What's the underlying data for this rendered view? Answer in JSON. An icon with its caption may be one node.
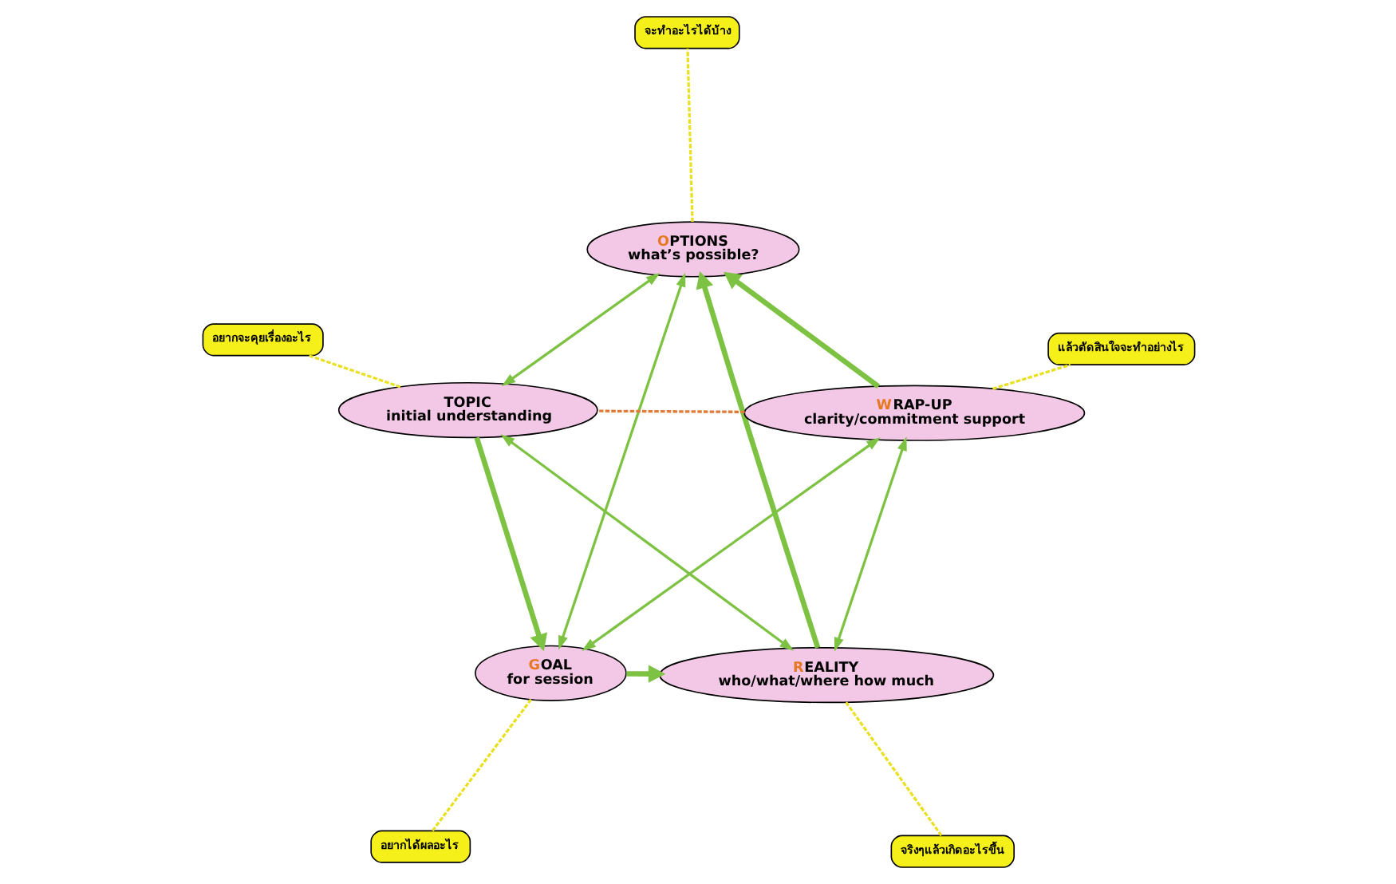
{
  "diagram": {
    "nodes": [
      {
        "text": [
          "TOPIC",
          "initial understanding"
        ]
      },
      {
        "text": [
          "GOAL",
          "for session"
        ]
      },
      {
        "text": [
          "REALITY",
          "who/what/where how much"
        ]
      },
      {
        "text": [
          "OPTIONS",
          "what’s possible?"
        ]
      },
      {
        "text": [
          "WRAP-UP",
          "clarity/commitment support"
        ]
      },
      {
        "text": [
          "อยากจะคุยเรื่องอะไร"
        ]
      },
      {
        "text": [
          "อยากได้ผลอะไร"
        ]
      },
      {
        "text": [
          "จริงๆแล้วเกิดอะไรขึ้น"
        ]
      },
      {
        "text": [
          "จะทำอะไรได้บ้าง"
        ]
      },
      {
        "text": [
          "แล้วตัดสินใจจะทำอย่างไร"
        ]
      }
    ],
    "edges": [
      {
        "from": 0,
        "to": 1,
        "arrow": "to",
        "style": "thick"
      },
      {
        "from": 1,
        "to": 2,
        "arrow": "to",
        "style": "thick"
      },
      {
        "from": 2,
        "to": 3,
        "arrow": "to",
        "style": "thick"
      },
      {
        "from": 4,
        "to": 3,
        "arrow": "to",
        "style": "thick"
      },
      {
        "from": 4,
        "to": 0,
        "arrow": "none",
        "style": "dashed",
        "color": "#e07b39"
      },
      {
        "from": 0,
        "to": 3,
        "arrow": "both"
      },
      {
        "from": 0,
        "to": 2,
        "arrow": "both"
      },
      {
        "from": 4,
        "to": 1,
        "arrow": "both"
      },
      {
        "from": 4,
        "to": 2,
        "arrow": "both"
      },
      {
        "from": 1,
        "to": 3,
        "arrow": "both"
      },
      {
        "from": 0,
        "to": 5,
        "arrow": "none",
        "style": "dashed",
        "color": "#e8e020"
      },
      {
        "from": 1,
        "to": 6,
        "arrow": "none",
        "style": "dashed",
        "color": "#e8e020"
      },
      {
        "from": 2,
        "to": 7,
        "arrow": "none",
        "style": "dashed",
        "color": "#e8e020"
      },
      {
        "from": 3,
        "to": 8,
        "arrow": "none",
        "style": "dashed",
        "color": "#e8e020"
      },
      {
        "from": 4,
        "to": 9,
        "arrow": "none",
        "style": "dashed",
        "color": "#e8e020"
      }
    ]
  }
}
